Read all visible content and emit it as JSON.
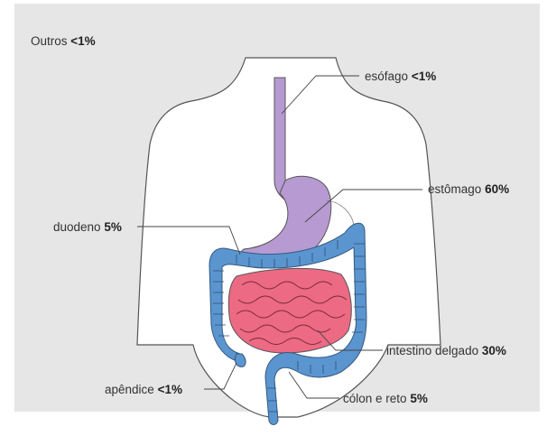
{
  "labels": {
    "outros": {
      "name": "Outros",
      "value": "<1%"
    },
    "esofago": {
      "name": "esófago",
      "value": "<1%"
    },
    "estomago": {
      "name": "estômago",
      "value": "60%"
    },
    "duodeno": {
      "name": "duodeno",
      "value": "5%"
    },
    "intestino": {
      "name": "intestino delgado",
      "value": "30%"
    },
    "apendice": {
      "name": "apêndice",
      "value": "<1%"
    },
    "colon": {
      "name": "cólon e reto",
      "value": "5%"
    }
  },
  "colors": {
    "background": "#e6e6e6",
    "body_fill": "#ffffff",
    "body_outline": "#555555",
    "esophagus_stomach": "#b79ad1",
    "small_intestine": "#ec6a84",
    "colon": "#5b95cf",
    "leader_line": "#444444"
  }
}
